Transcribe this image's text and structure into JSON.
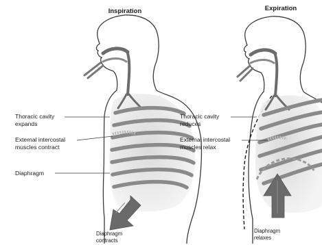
{
  "panels": [
    {
      "id": "inspiration",
      "title": "Inspiration",
      "cavity_label": [
        "Thoracic cavity",
        "expands"
      ],
      "muscle_label": [
        "External intercostal",
        "muscles  contract"
      ],
      "diaphragm_label": "Diaphragm",
      "diaphragm_caption": [
        "Diaphragm",
        "contracts"
      ]
    },
    {
      "id": "expiration",
      "title": "Expiration",
      "cavity_label": [
        "Thoracic cavity",
        "reduces"
      ],
      "muscle_label": [
        "External intercostal",
        "muscles  relax"
      ],
      "diaphragm_caption": [
        "Diaphragm",
        "relaxes"
      ]
    }
  ],
  "colors": {
    "outline": "#3a3a3a",
    "rib": "#8a8a8a",
    "airway": "#6c6c6c",
    "arrow": "#6a6a6a",
    "shade": "#e4e4e4"
  },
  "icons": [
    "down-arrow-icon",
    "up-arrow-icon"
  ]
}
